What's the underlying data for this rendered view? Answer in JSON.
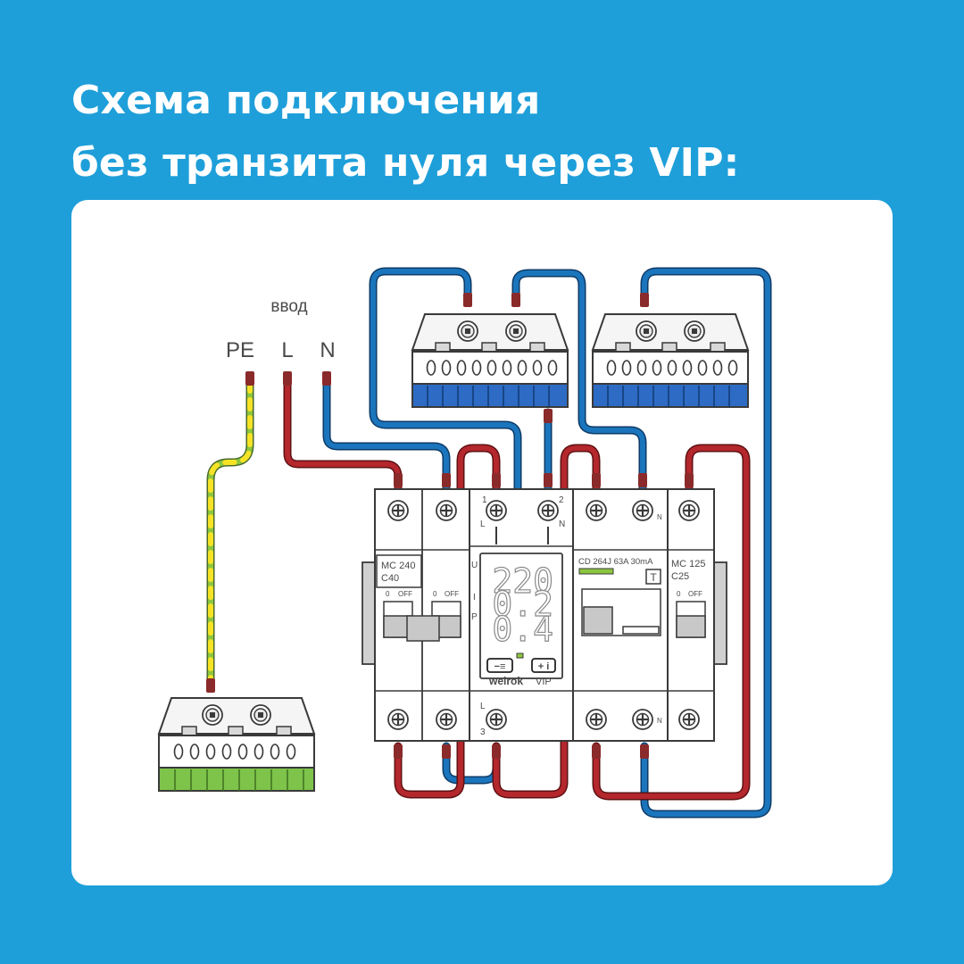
{
  "title": {
    "line1": "Схема подключения",
    "line2": "без транзита нуля через VIP:"
  },
  "input": {
    "label": "ввод",
    "pe": "PE",
    "l": "L",
    "n": "N"
  },
  "breaker_left": {
    "model": "MC 240",
    "rating": "C40",
    "scale_0": "0",
    "scale_off": "OFF"
  },
  "meter": {
    "terminal_1": "1",
    "terminal_2": "2",
    "terminal_3": "3",
    "terminal_l_top": "L",
    "terminal_n_top": "N",
    "terminal_l_bottom": "L",
    "side_u": "U",
    "side_i": "I",
    "side_p": "P",
    "display_u": "220",
    "display_i": "0.2",
    "display_p": "0.4",
    "btn_minus": "−≡",
    "btn_plus": "+ i",
    "brand": "welrok",
    "model": "VIP"
  },
  "rcd": {
    "spec": "CD 264J 63A 30mA",
    "test": "T",
    "n_top": "N",
    "n_bottom": "N"
  },
  "breaker_right": {
    "model": "MC 125",
    "rating": "C25",
    "scale_0": "0",
    "scale_off": "OFF"
  },
  "colors": {
    "background": "#1f9fd9",
    "phase_wire": "#b3272d",
    "neutral_wire": "#1b75bc",
    "earth_green": "#8cc63f",
    "earth_yellow": "#f7e326",
    "neutral_bus": "#2d6bc4",
    "earth_bus": "#7ec34a"
  }
}
